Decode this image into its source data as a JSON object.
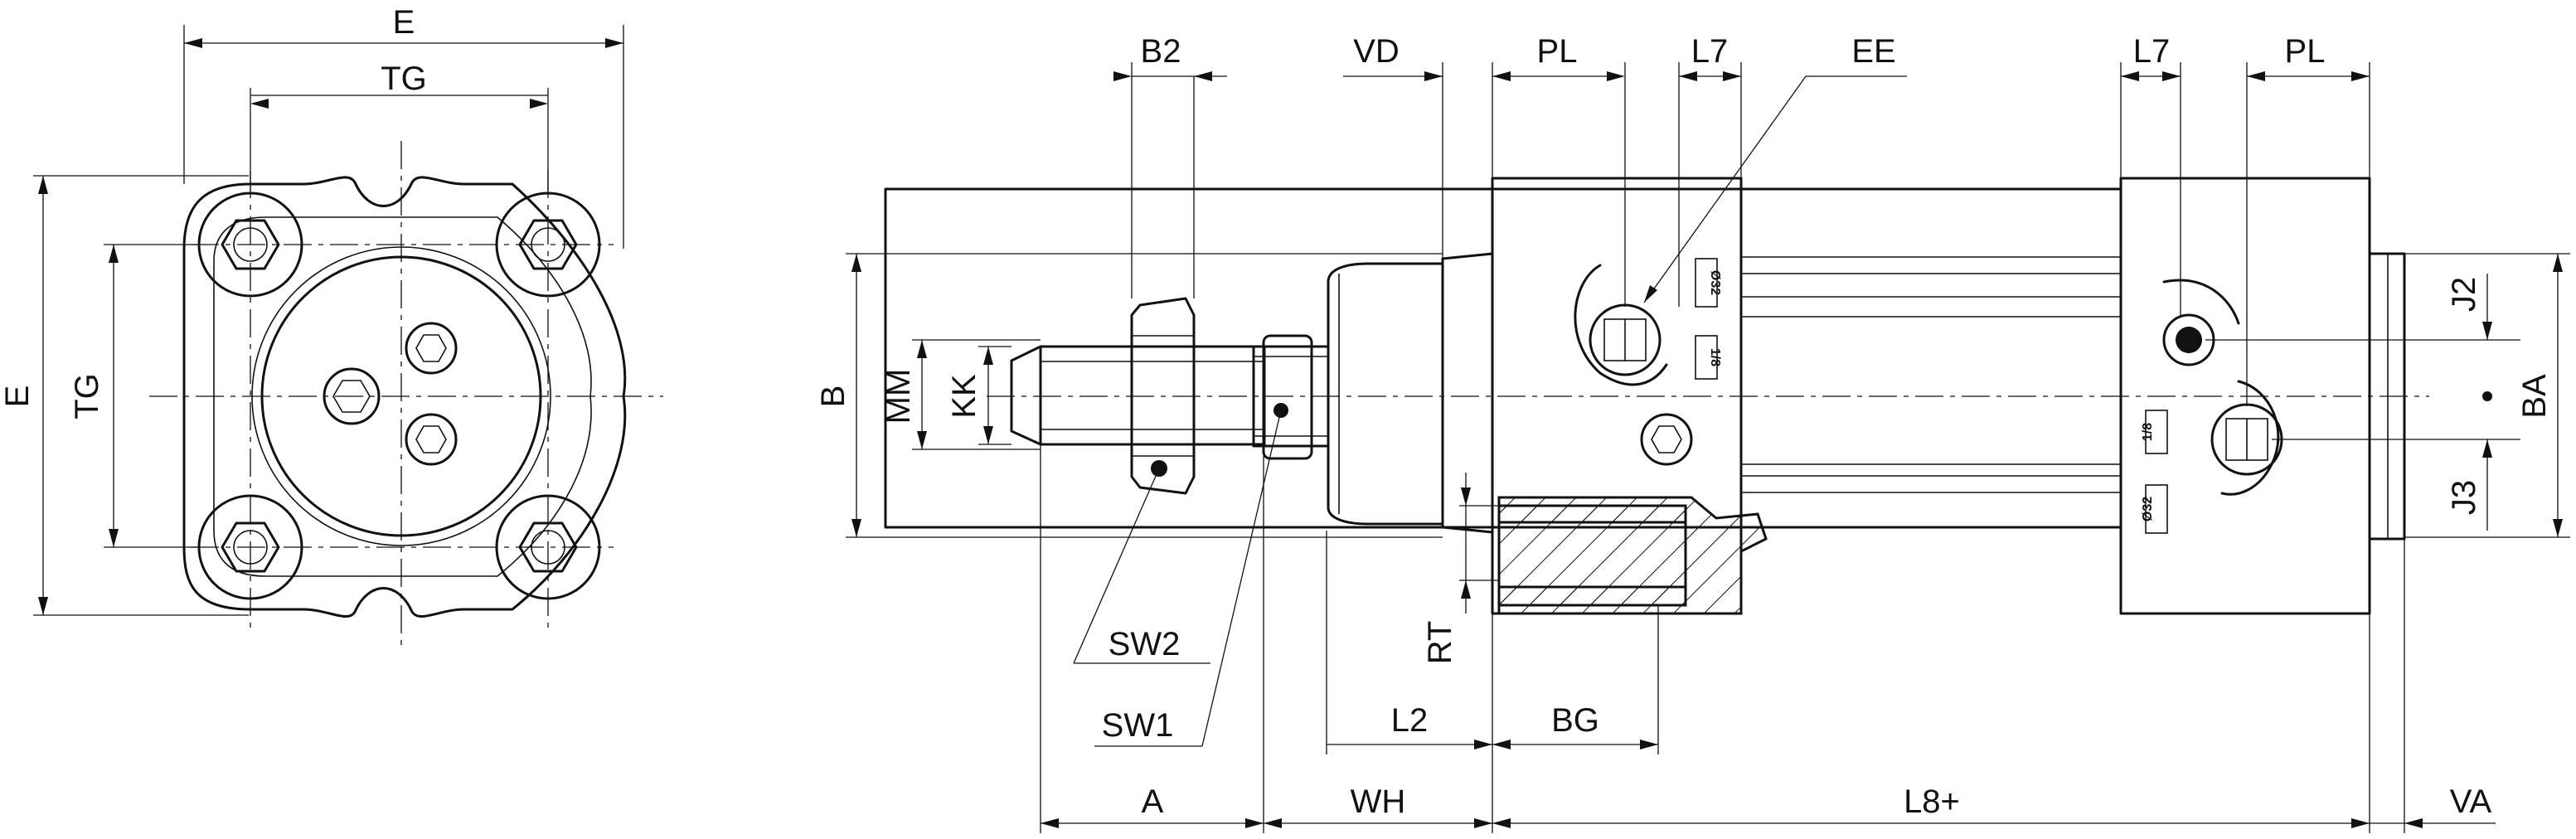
{
  "labels": {
    "front_e_top": "E",
    "front_tg_top": "TG",
    "front_e_side": "E",
    "front_tg_side": "TG",
    "b2": "B2",
    "vd": "VD",
    "pl_left": "PL",
    "l7_left": "L7",
    "ee": "EE",
    "l7_right": "L7",
    "pl_right": "PL",
    "b": "B",
    "mm": "MM",
    "kk": "KK",
    "j2": "J2",
    "ba": "BA",
    "j3": "J3",
    "rt": "RT",
    "sw2": "SW2",
    "sw1": "SW1",
    "l2": "L2",
    "bg": "BG",
    "a": "A",
    "wh": "WH",
    "l8": "L8+",
    "va": "VA"
  },
  "port_markings": {
    "left_diameter": "Ø32",
    "left_thread": "1/8",
    "right_thread": "1/8",
    "right_diameter": "Ø32"
  }
}
